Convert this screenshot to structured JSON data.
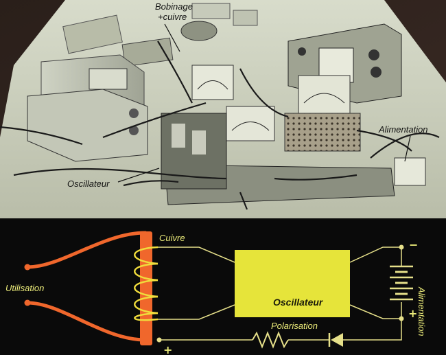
{
  "photo": {
    "labels": {
      "bobinage": "Bobinage",
      "cuivre_plus": "+cuivre",
      "alimentation": "Alimentation",
      "oscillateur": "Oscillateur"
    }
  },
  "diagram": {
    "labels": {
      "cuivre": "Cuivre",
      "utilisation": "Utilisation",
      "oscillateur": "Oscillateur",
      "polarisation": "Polarisation",
      "alimentation": "Alimentation",
      "minus": "−",
      "plus_battery": "+",
      "plus_bottom": "+"
    },
    "colors": {
      "background": "#0a0a0a",
      "wire": "#e6e08a",
      "copper_rod": "#f0672c",
      "coil": "#f0dc3c",
      "oscillator_box": "#e6e43a",
      "text": "#ecec7a"
    }
  }
}
